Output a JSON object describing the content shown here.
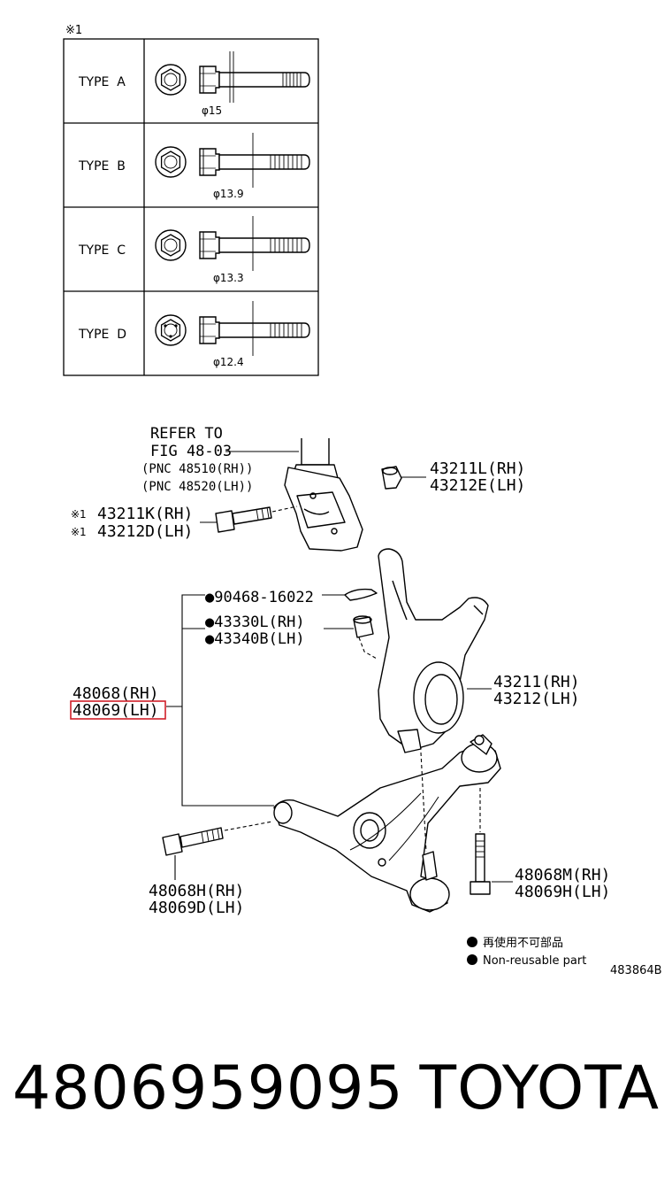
{
  "type_table": {
    "note_mark": "※1",
    "rows": [
      {
        "type_label": "TYPE  A",
        "diameter": "φ15"
      },
      {
        "type_label": "TYPE  B",
        "diameter": "φ13.9"
      },
      {
        "type_label": "TYPE  C",
        "diameter": "φ13.3"
      },
      {
        "type_label": "TYPE  D",
        "diameter": "φ12.4"
      }
    ]
  },
  "callouts": {
    "refer_line1": "REFER TO",
    "refer_line2": "FIG 48-03",
    "pnc_rh": "(PNC 48510(RH))",
    "pnc_lh": "(PNC 48520(LH))",
    "nut_rh": "43211L(RH)",
    "nut_lh": "43212E(LH)",
    "bolt_note_mark": "※1",
    "bolt_rh": "43211K(RH)",
    "bolt_lh": "43212D(LH)",
    "cotter_pin": "●90468-16022",
    "castle_nut_rh": "●43330L(RH)",
    "castle_nut_lh": "●43340B(LH)",
    "arm_rh": "48068(RH)",
    "arm_lh": "48069(LH)",
    "knuckle_rh": "43211(RH)",
    "knuckle_lh": "43212(LH)",
    "front_bolt_rh": "48068H(RH)",
    "front_bolt_lh": "48069D(LH)",
    "rear_bolt_rh": "48068M(RH)",
    "rear_bolt_lh": "48069H(LH)"
  },
  "legend": {
    "japanese": "再使用不可部品",
    "english": "Non-reusable part"
  },
  "figure_id": "483864B",
  "footer": {
    "part_number": "4806959095",
    "brand": "TOYOTA"
  },
  "colors": {
    "highlight": "#d0202a",
    "ink": "#000000"
  }
}
